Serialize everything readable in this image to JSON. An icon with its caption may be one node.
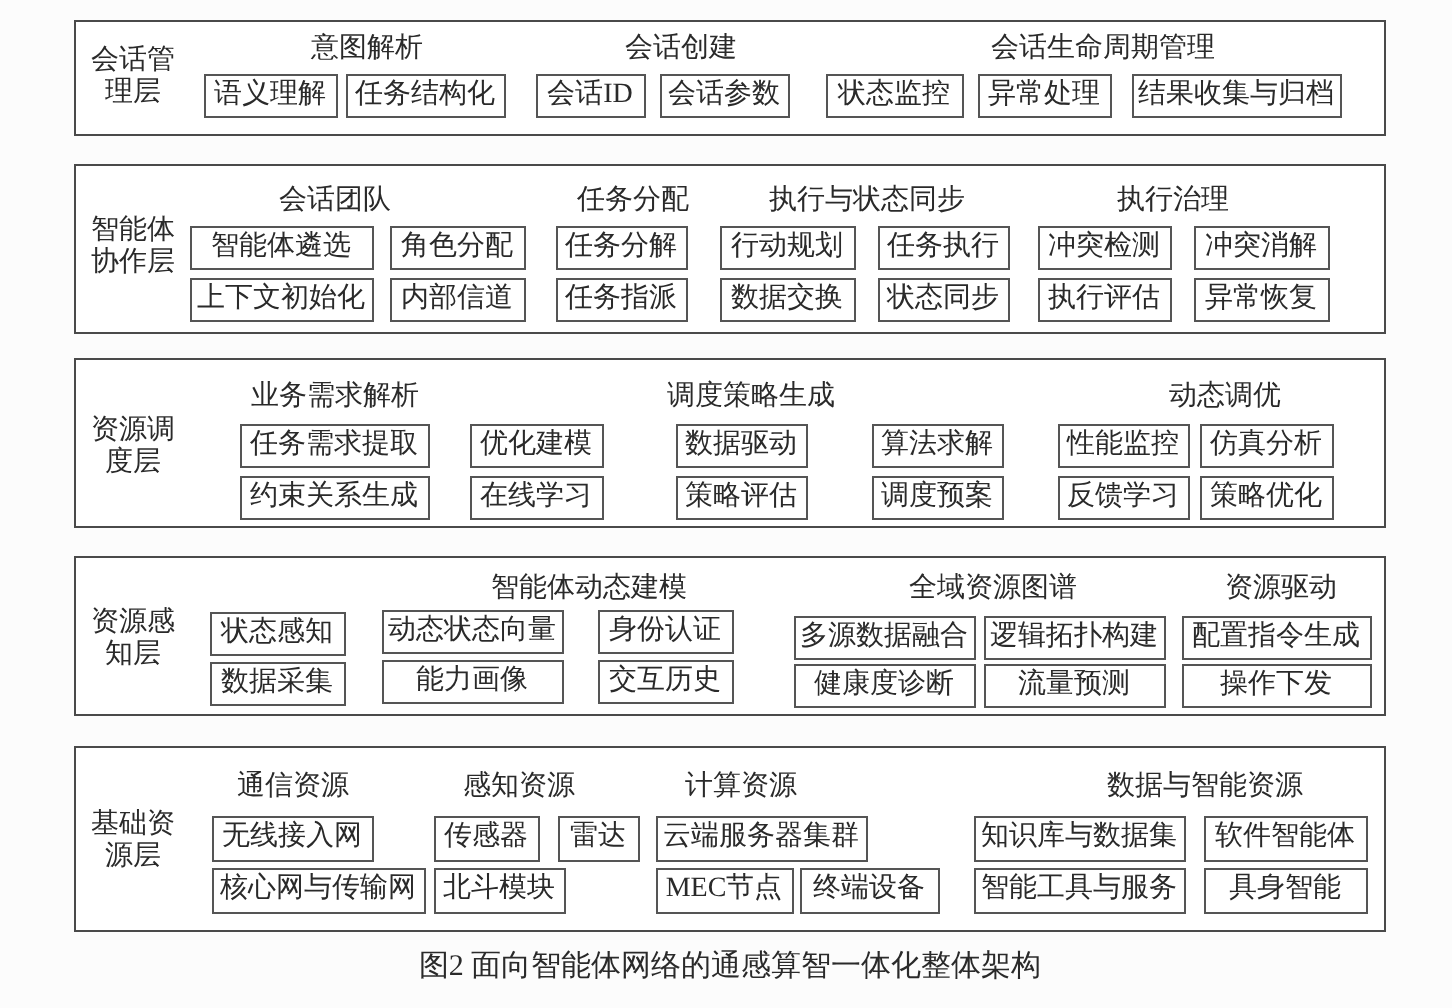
{
  "diagram": {
    "caption": "图2 面向智能体网络的通感算智一体化整体架构",
    "nodes": [
      {
        "text": [
          "会话管理层",
          "意图解析",
          "会话创建",
          "会话生命周期管理"
        ]
      },
      {
        "text": [
          "语义理解"
        ],
        "in": 0
      },
      {
        "text": [
          "任务结构化"
        ],
        "in": 0
      },
      {
        "text": [
          "会话ID"
        ],
        "in": 0
      },
      {
        "text": [
          "会话参数"
        ],
        "in": 0
      },
      {
        "text": [
          "状态监控"
        ],
        "in": 0
      },
      {
        "text": [
          "异常处理"
        ],
        "in": 0
      },
      {
        "text": [
          "结果收集与归档"
        ],
        "in": 0
      },
      {
        "text": [
          "智能体协作层",
          "会话团队",
          "任务分配",
          "执行与状态同步",
          "执行治理"
        ]
      },
      {
        "text": [
          "智能体遴选"
        ],
        "in": 8
      },
      {
        "text": [
          "角色分配"
        ],
        "in": 8
      },
      {
        "text": [
          "上下文初始化"
        ],
        "in": 8
      },
      {
        "text": [
          "内部信道"
        ],
        "in": 8
      },
      {
        "text": [
          "任务分解"
        ],
        "in": 8
      },
      {
        "text": [
          "任务指派"
        ],
        "in": 8
      },
      {
        "text": [
          "行动规划"
        ],
        "in": 8
      },
      {
        "text": [
          "任务执行"
        ],
        "in": 8
      },
      {
        "text": [
          "数据交换"
        ],
        "in": 8
      },
      {
        "text": [
          "状态同步"
        ],
        "in": 8
      },
      {
        "text": [
          "冲突检测"
        ],
        "in": 8
      },
      {
        "text": [
          "冲突消解"
        ],
        "in": 8
      },
      {
        "text": [
          "执行评估"
        ],
        "in": 8
      },
      {
        "text": [
          "异常恢复"
        ],
        "in": 8
      },
      {
        "text": [
          "资源调度层",
          "业务需求解析",
          "调度策略生成",
          "动态调优"
        ]
      },
      {
        "text": [
          "任务需求提取"
        ],
        "in": 23
      },
      {
        "text": [
          "优化建模"
        ],
        "in": 23
      },
      {
        "text": [
          "约束关系生成"
        ],
        "in": 23
      },
      {
        "text": [
          "在线学习"
        ],
        "in": 23
      },
      {
        "text": [
          "数据驱动"
        ],
        "in": 23
      },
      {
        "text": [
          "算法求解"
        ],
        "in": 23
      },
      {
        "text": [
          "策略评估"
        ],
        "in": 23
      },
      {
        "text": [
          "调度预案"
        ],
        "in": 23
      },
      {
        "text": [
          "性能监控"
        ],
        "in": 23
      },
      {
        "text": [
          "仿真分析"
        ],
        "in": 23
      },
      {
        "text": [
          "反馈学习"
        ],
        "in": 23
      },
      {
        "text": [
          "策略优化"
        ],
        "in": 23
      },
      {
        "text": [
          "资源感知层",
          "智能体动态建模",
          "全域资源图谱",
          "资源驱动"
        ]
      },
      {
        "text": [
          "状态感知"
        ],
        "in": 36
      },
      {
        "text": [
          "动态状态向量"
        ],
        "in": 36
      },
      {
        "text": [
          "身份认证"
        ],
        "in": 36
      },
      {
        "text": [
          "数据采集"
        ],
        "in": 36
      },
      {
        "text": [
          "能力画像"
        ],
        "in": 36
      },
      {
        "text": [
          "交互历史"
        ],
        "in": 36
      },
      {
        "text": [
          "多源数据融合"
        ],
        "in": 36
      },
      {
        "text": [
          "逻辑拓扑构建"
        ],
        "in": 36
      },
      {
        "text": [
          "健康度诊断"
        ],
        "in": 36
      },
      {
        "text": [
          "流量预测"
        ],
        "in": 36
      },
      {
        "text": [
          "配置指令生成"
        ],
        "in": 36
      },
      {
        "text": [
          "操作下发"
        ],
        "in": 36
      },
      {
        "text": [
          "基础资源层",
          "通信资源",
          "感知资源",
          "计算资源",
          "数据与智能资源"
        ]
      },
      {
        "text": [
          "无线接入网"
        ],
        "in": 49
      },
      {
        "text": [
          "核心网与传输网"
        ],
        "in": 49
      },
      {
        "text": [
          "传感器"
        ],
        "in": 49
      },
      {
        "text": [
          "雷达"
        ],
        "in": 49
      },
      {
        "text": [
          "北斗模块"
        ],
        "in": 49
      },
      {
        "text": [
          "云端服务器集群"
        ],
        "in": 49
      },
      {
        "text": [
          "MEC节点"
        ],
        "in": 49
      },
      {
        "text": [
          "终端设备"
        ],
        "in": 49
      },
      {
        "text": [
          "知识库与数据集"
        ],
        "in": 49
      },
      {
        "text": [
          "软件智能体"
        ],
        "in": 49
      },
      {
        "text": [
          "智能工具与服务"
        ],
        "in": 49
      },
      {
        "text": [
          "具身智能"
        ],
        "in": 49
      }
    ]
  }
}
